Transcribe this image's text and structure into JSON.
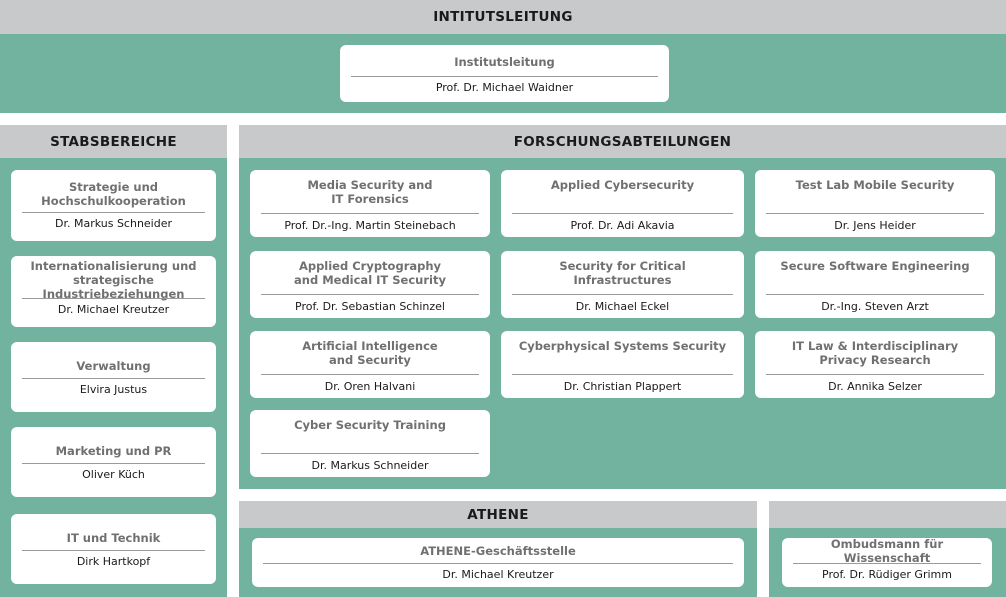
{
  "top": {
    "header": "INTITUTSLEITUNG",
    "box": {
      "title": "Institutsleitung",
      "person": "Prof. Dr. Michael Waidner"
    }
  },
  "stabsbereiche": {
    "header": "STABSBEREICHE",
    "boxes": [
      {
        "title": "Strategie und\nHochschulkooperation",
        "person": "Dr. Markus Schneider"
      },
      {
        "title": "Internationalisierung und\nstrategische Industriebeziehungen",
        "person": "Dr. Michael Kreutzer"
      },
      {
        "title": "Verwaltung",
        "person": "Elvira Justus"
      },
      {
        "title": "Marketing und PR",
        "person": "Oliver Küch"
      },
      {
        "title": "IT und Technik",
        "person": "Dirk Hartkopf"
      }
    ]
  },
  "forschung": {
    "header": "FORSCHUNGSABTEILUNGEN",
    "boxes": [
      {
        "title": "Media Security and\nIT Forensics",
        "person": "Prof. Dr.-Ing. Martin Steinebach"
      },
      {
        "title": "Applied Cybersecurity",
        "person": "Prof. Dr. Adi Akavia"
      },
      {
        "title": "Test Lab Mobile Security",
        "person": "Dr. Jens Heider"
      },
      {
        "title": "Applied Cryptography\nand Medical IT Security",
        "person": "Prof. Dr. Sebastian Schinzel"
      },
      {
        "title": "Security for Critical Infrastructures",
        "person": "Dr. Michael Eckel"
      },
      {
        "title": "Secure Software Engineering",
        "person": "Dr.-Ing. Steven Arzt"
      },
      {
        "title": "Artificial Intelligence\nand Security",
        "person": "Dr. Oren Halvani"
      },
      {
        "title": "Cyberphysical Systems Security",
        "person": "Dr. Christian Plappert"
      },
      {
        "title": "IT Law & Interdisciplinary\nPrivacy Research",
        "person": "Dr. Annika Selzer"
      },
      {
        "title": "Cyber Security Training",
        "person": "Dr. Markus Schneider"
      }
    ]
  },
  "athene": {
    "header": "ATHENE",
    "box": {
      "title": "ATHENE-Geschäftsstelle",
      "person": "Dr. Michael Kreutzer"
    }
  },
  "ombuds": {
    "header": "",
    "box": {
      "title": "Ombudsmann für Wissenschaft",
      "person": "Prof. Dr. Rüdiger Grimm"
    }
  }
}
